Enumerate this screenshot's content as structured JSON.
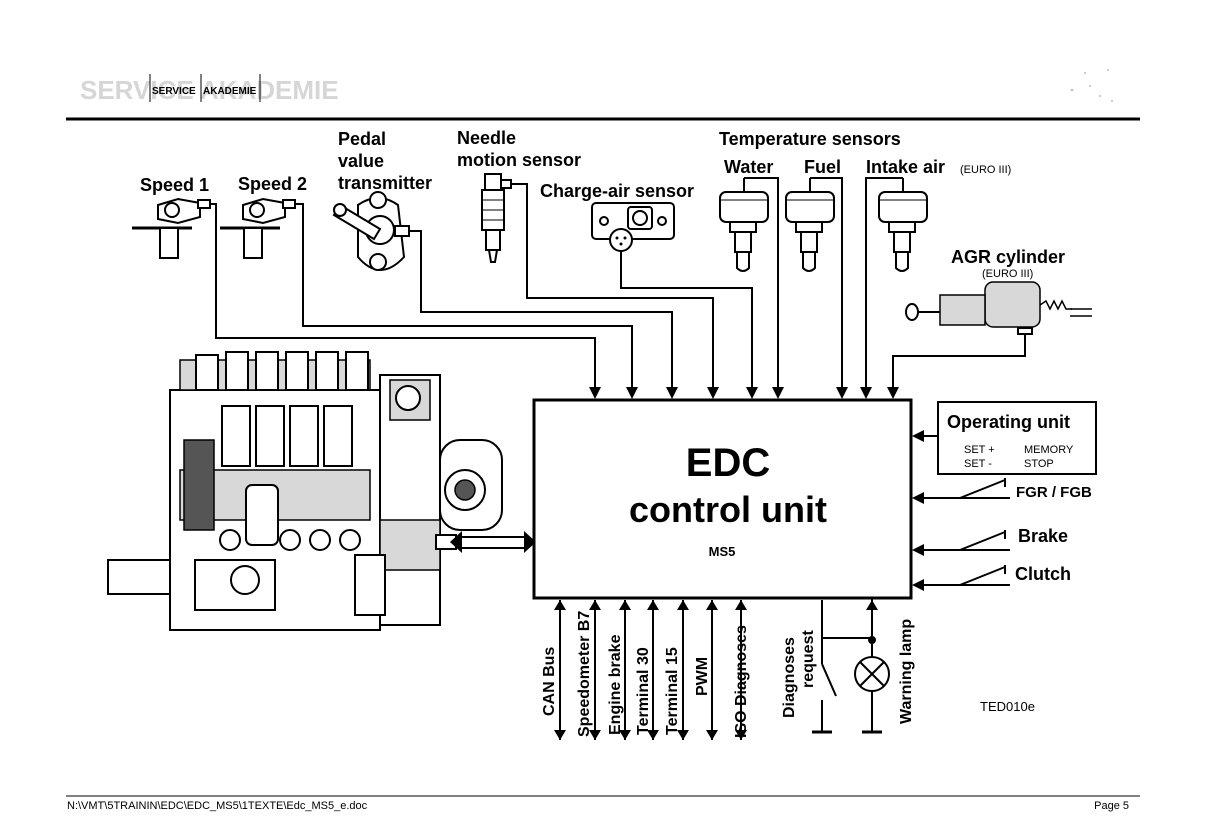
{
  "header": {
    "logo_text": "SERVICE AKADEMIE",
    "logo_word1": "SERVICE",
    "logo_word2": "AKADEMIE"
  },
  "sensors": {
    "speed1": "Speed 1",
    "speed2": "Speed 2",
    "pedal_line1": "Pedal",
    "pedal_line2": "value",
    "pedal_line3": "transmitter",
    "needle_line1": "Needle",
    "needle_line2": "motion sensor",
    "charge_air": "Charge-air sensor",
    "temperature": "Temperature sensors",
    "water": "Water",
    "fuel": "Fuel",
    "intake_air": "Intake air",
    "intake_note": "(EURO III)",
    "agr": "AGR cylinder",
    "agr_note": "(EURO III)"
  },
  "control_unit": {
    "title_line1": "EDC",
    "title_line2": "control unit",
    "model": "MS5"
  },
  "operating_unit": {
    "title": "Operating unit",
    "set_plus": "SET +",
    "set_minus": "SET -",
    "memory": "MEMORY",
    "stop": "STOP"
  },
  "switches": {
    "fgr": "FGR / FGB",
    "brake": "Brake",
    "clutch": "Clutch"
  },
  "outputs": {
    "can_bus": "CAN Bus",
    "speedometer": "Speedometer B7",
    "engine_brake": "Engine brake",
    "terminal30": "Terminal 30",
    "terminal15": "Terminal 15",
    "pwm": "PWM",
    "iso_diag": "ISO Diagnoses",
    "diag_req_line1": "Diagnoses",
    "diag_req_line2": "request",
    "warning_lamp": "Warning lamp"
  },
  "figure_code": "TED010e",
  "footer": {
    "path": "N:\\VMT\\5TRAININ\\EDC\\EDC_MS5\\1TEXTE\\Edc_MS5_e.doc",
    "page": "Page 5"
  },
  "colors": {
    "line": "#000000",
    "background": "#ffffff",
    "logo_faded": "#d6d6d6"
  }
}
